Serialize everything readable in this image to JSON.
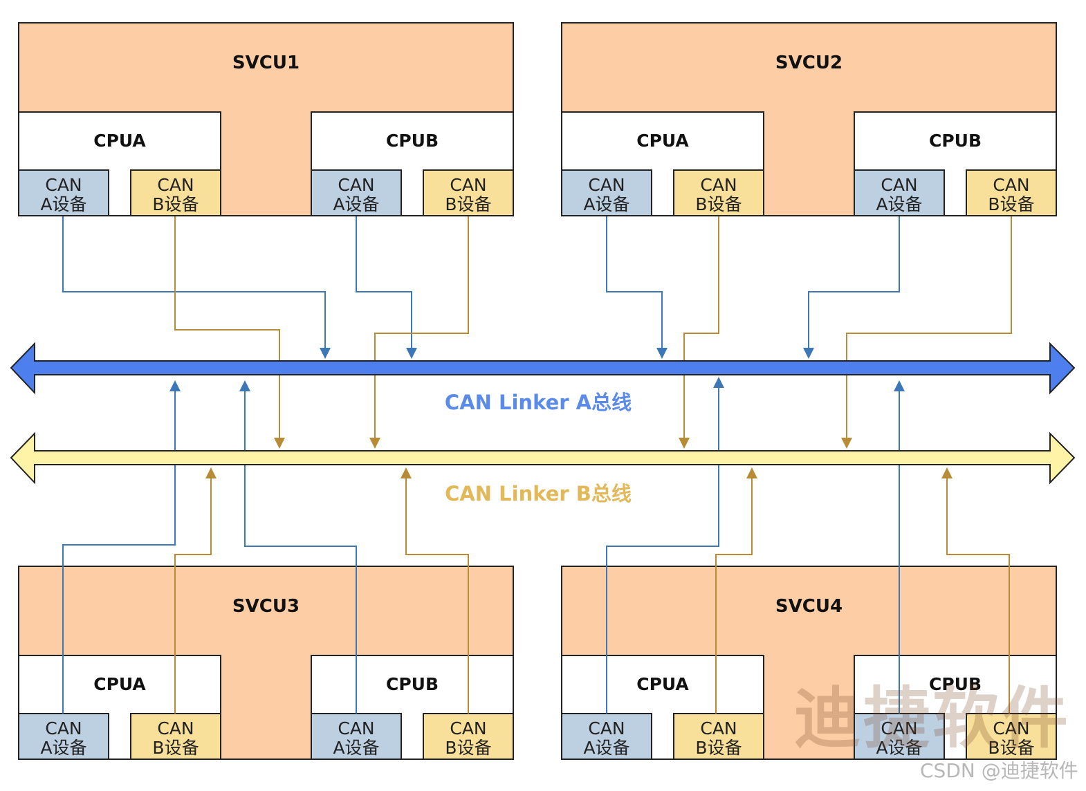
{
  "colors": {
    "unit_fill": "#fdcda6",
    "cpu_fill": "#ffffff",
    "dev_a_fill": "#bdd0e2",
    "dev_b_fill": "#f8df9a",
    "bus_a_fill": "#4e7fee",
    "bus_b_fill": "#fff3a8",
    "line_a": "#3b78b5",
    "line_b": "#b88c36",
    "label_a": "#5b8be8",
    "label_b": "#e2b858"
  },
  "units": [
    {
      "id": "svcu1",
      "title": "SVCU1",
      "cpus": [
        {
          "label": "CPUA",
          "devices": [
            {
              "l1": "CAN",
              "l2": "A设备",
              "type": "a"
            },
            {
              "l1": "CAN",
              "l2": "B设备",
              "type": "b"
            }
          ]
        },
        {
          "label": "CPUB",
          "devices": [
            {
              "l1": "CAN",
              "l2": "A设备",
              "type": "a"
            },
            {
              "l1": "CAN",
              "l2": "B设备",
              "type": "b"
            }
          ]
        }
      ]
    },
    {
      "id": "svcu2",
      "title": "SVCU2",
      "cpus": [
        {
          "label": "CPUA",
          "devices": [
            {
              "l1": "CAN",
              "l2": "A设备",
              "type": "a"
            },
            {
              "l1": "CAN",
              "l2": "B设备",
              "type": "b"
            }
          ]
        },
        {
          "label": "CPUB",
          "devices": [
            {
              "l1": "CAN",
              "l2": "A设备",
              "type": "a"
            },
            {
              "l1": "CAN",
              "l2": "B设备",
              "type": "b"
            }
          ]
        }
      ]
    },
    {
      "id": "svcu3",
      "title": "SVCU3",
      "cpus": [
        {
          "label": "CPUA",
          "devices": [
            {
              "l1": "CAN",
              "l2": "A设备",
              "type": "a"
            },
            {
              "l1": "CAN",
              "l2": "B设备",
              "type": "b"
            }
          ]
        },
        {
          "label": "CPUB",
          "devices": [
            {
              "l1": "CAN",
              "l2": "A设备",
              "type": "a"
            },
            {
              "l1": "CAN",
              "l2": "B设备",
              "type": "b"
            }
          ]
        }
      ]
    },
    {
      "id": "svcu4",
      "title": "SVCU4",
      "cpus": [
        {
          "label": "CPUA",
          "devices": [
            {
              "l1": "CAN",
              "l2": "A设备",
              "type": "a"
            },
            {
              "l1": "CAN",
              "l2": "B设备",
              "type": "b"
            }
          ]
        },
        {
          "label": "CPUB",
          "devices": [
            {
              "l1": "CAN",
              "l2": "A设备",
              "type": "a"
            },
            {
              "l1": "CAN",
              "l2": "B设备",
              "type": "b"
            }
          ]
        }
      ]
    }
  ],
  "buses": {
    "a_label": "CAN Linker A总线",
    "b_label": "CAN Linker B总线"
  },
  "watermark": {
    "logo_text": "迪捷软件",
    "caption": "CSDN @迪捷软件"
  }
}
